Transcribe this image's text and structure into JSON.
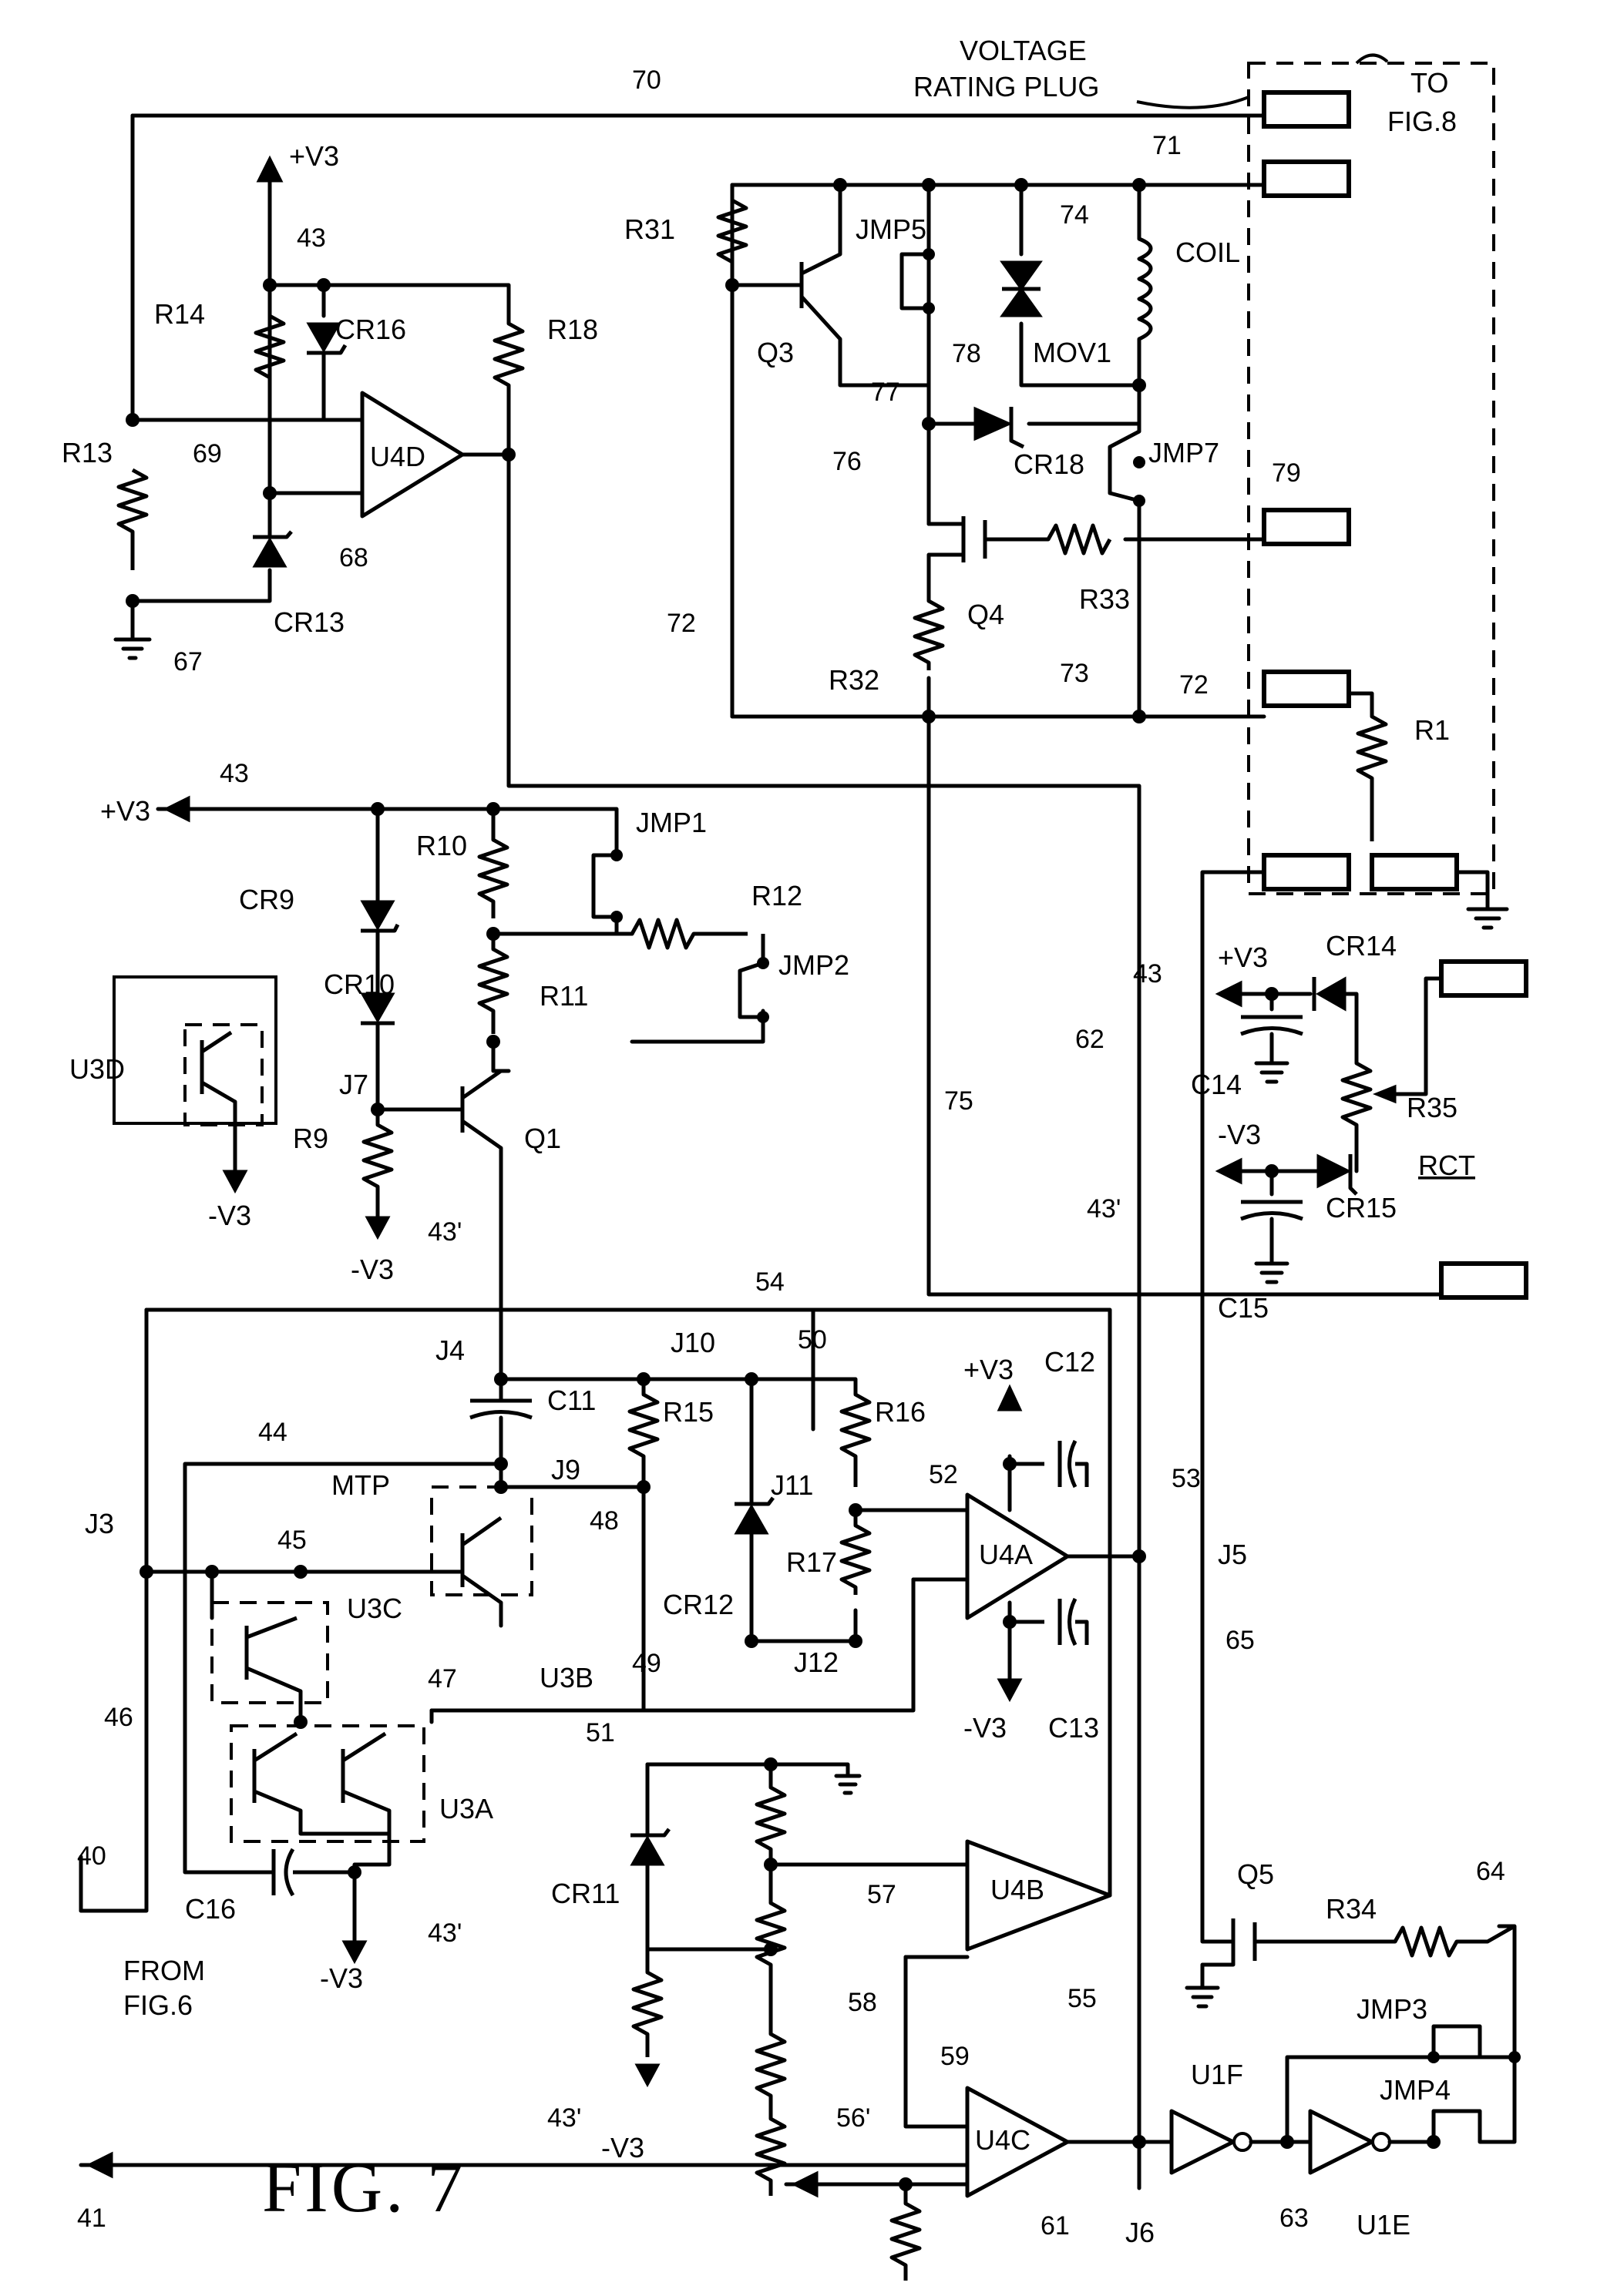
{
  "figure_title": "FIG. 7",
  "plug": {
    "title_line1": "VOLTAGE",
    "title_line2": "RATING PLUG",
    "to_line1": "TO",
    "to_line2": "FIG.8"
  },
  "from_note": {
    "line1": "FROM",
    "line2": "FIG.6"
  },
  "rails": {
    "pos": "+V3",
    "neg": "-V3"
  },
  "refs": {
    "r40": "40",
    "r41": "41",
    "r43": "43",
    "r43p": "43'",
    "r44": "44",
    "r45": "45",
    "r46": "46",
    "r47": "47",
    "r48": "48",
    "r49": "49",
    "r50": "50",
    "r51": "51",
    "r52": "52",
    "r53": "53",
    "r54": "54",
    "r55": "55",
    "r56p": "56'",
    "r57": "57",
    "r58": "58",
    "r59": "59",
    "r61": "61",
    "r62": "62",
    "r63": "63",
    "r64": "64",
    "r65": "65",
    "r67": "67",
    "r68": "68",
    "r69": "69",
    "r70": "70",
    "r71": "71",
    "r72": "72",
    "r73": "73",
    "r74": "74",
    "r75": "75",
    "r76": "76",
    "r77": "77",
    "r78": "78",
    "r79": "79"
  },
  "components": {
    "R1": "R1",
    "R9": "R9",
    "R10": "R10",
    "R11": "R11",
    "R12": "R12",
    "R13": "R13",
    "R14": "R14",
    "R15": "R15",
    "R16": "R16",
    "R17": "R17",
    "R18": "R18",
    "R31": "R31",
    "R32": "R32",
    "R33": "R33",
    "R34": "R34",
    "R35": "R35",
    "C11": "C11",
    "C12": "C12",
    "C13": "C13",
    "C14": "C14",
    "C15": "C15",
    "C16": "C16",
    "CR9": "CR9",
    "CR10": "CR10",
    "CR11": "CR11",
    "CR12": "CR12",
    "CR13": "CR13",
    "CR14": "CR14",
    "CR15": "CR15",
    "CR16": "CR16",
    "CR18": "CR18",
    "Q1": "Q1",
    "Q3": "Q3",
    "Q4": "Q4",
    "Q5": "Q5",
    "U1E": "U1E",
    "U1F": "U1F",
    "U3A": "U3A",
    "U3B": "U3B",
    "U3C": "U3C",
    "U3D": "U3D",
    "U4A": "U4A",
    "U4B": "U4B",
    "U4C": "U4C",
    "U4D": "U4D",
    "JMP1": "JMP1",
    "JMP2": "JMP2",
    "JMP3": "JMP3",
    "JMP4": "JMP4",
    "JMP5": "JMP5",
    "JMP7": "JMP7",
    "J3": "J3",
    "J4": "J4",
    "J5": "J5",
    "J6": "J6",
    "J7": "J7",
    "J9": "J9",
    "J10": "J10",
    "J11": "J11",
    "J12": "J12",
    "COIL": "COIL",
    "MOV1": "MOV1",
    "MTP": "MTP",
    "RCT": "RCT"
  }
}
